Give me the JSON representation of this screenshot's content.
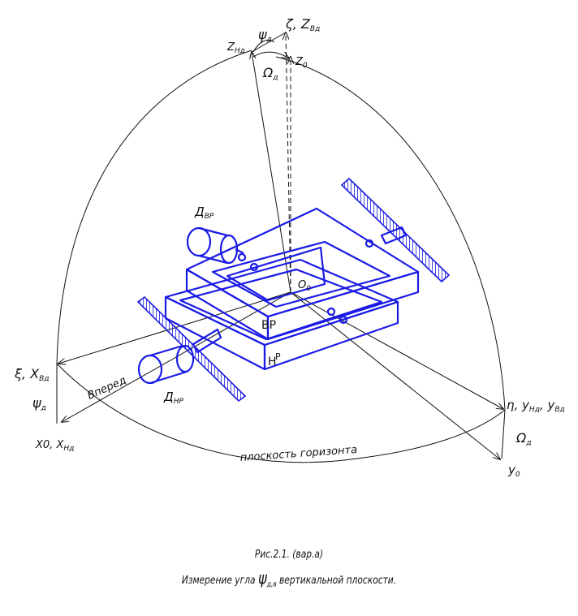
{
  "labels": {
    "z_ng": {
      "main": "Z",
      "sub": "Нд"
    },
    "psi_top": {
      "main": "ψ",
      "sub": "д"
    },
    "zeta_zvd": {
      "main": "ζ, Z",
      "sub": "Вд"
    },
    "z0": {
      "main": "Z",
      "sub": "0"
    },
    "omega_top": {
      "main": "Ω",
      "sub": "д"
    },
    "o0": {
      "main": "O",
      "sub": "0"
    },
    "d_vr": {
      "main": "Д",
      "sub": "ВР"
    },
    "d_nr": {
      "main": "Д",
      "sub": "НР"
    },
    "vr": "ВР",
    "n": "Н",
    "r": "Р",
    "xi_xvd": {
      "main": "ξ, X",
      "sub": "Вд"
    },
    "psi_left": {
      "main": "ψ",
      "sub": "д"
    },
    "x0_xnd": {
      "main": "X0, X",
      "sub": "Нд"
    },
    "eta_y": {
      "main": "η, y",
      "sub1": "Нд",
      "mid": ", y",
      "sub2": "Вд"
    },
    "omega_right": {
      "main": "Ω",
      "sub": "д"
    },
    "y0": {
      "main": "y",
      "sub": "0"
    },
    "forward": "Вперед",
    "horizon": "плоскость горизонта"
  },
  "caption": {
    "line1": "Рис.2.1. (вар.а)",
    "line2_pre": "Измерение угла",
    "line2_symbol": "ψ",
    "line2_sub": "д,в",
    "line2_post": "вертикальной плоскости."
  },
  "colors": {
    "ink": "#111111",
    "device": "#1a1ae6"
  }
}
